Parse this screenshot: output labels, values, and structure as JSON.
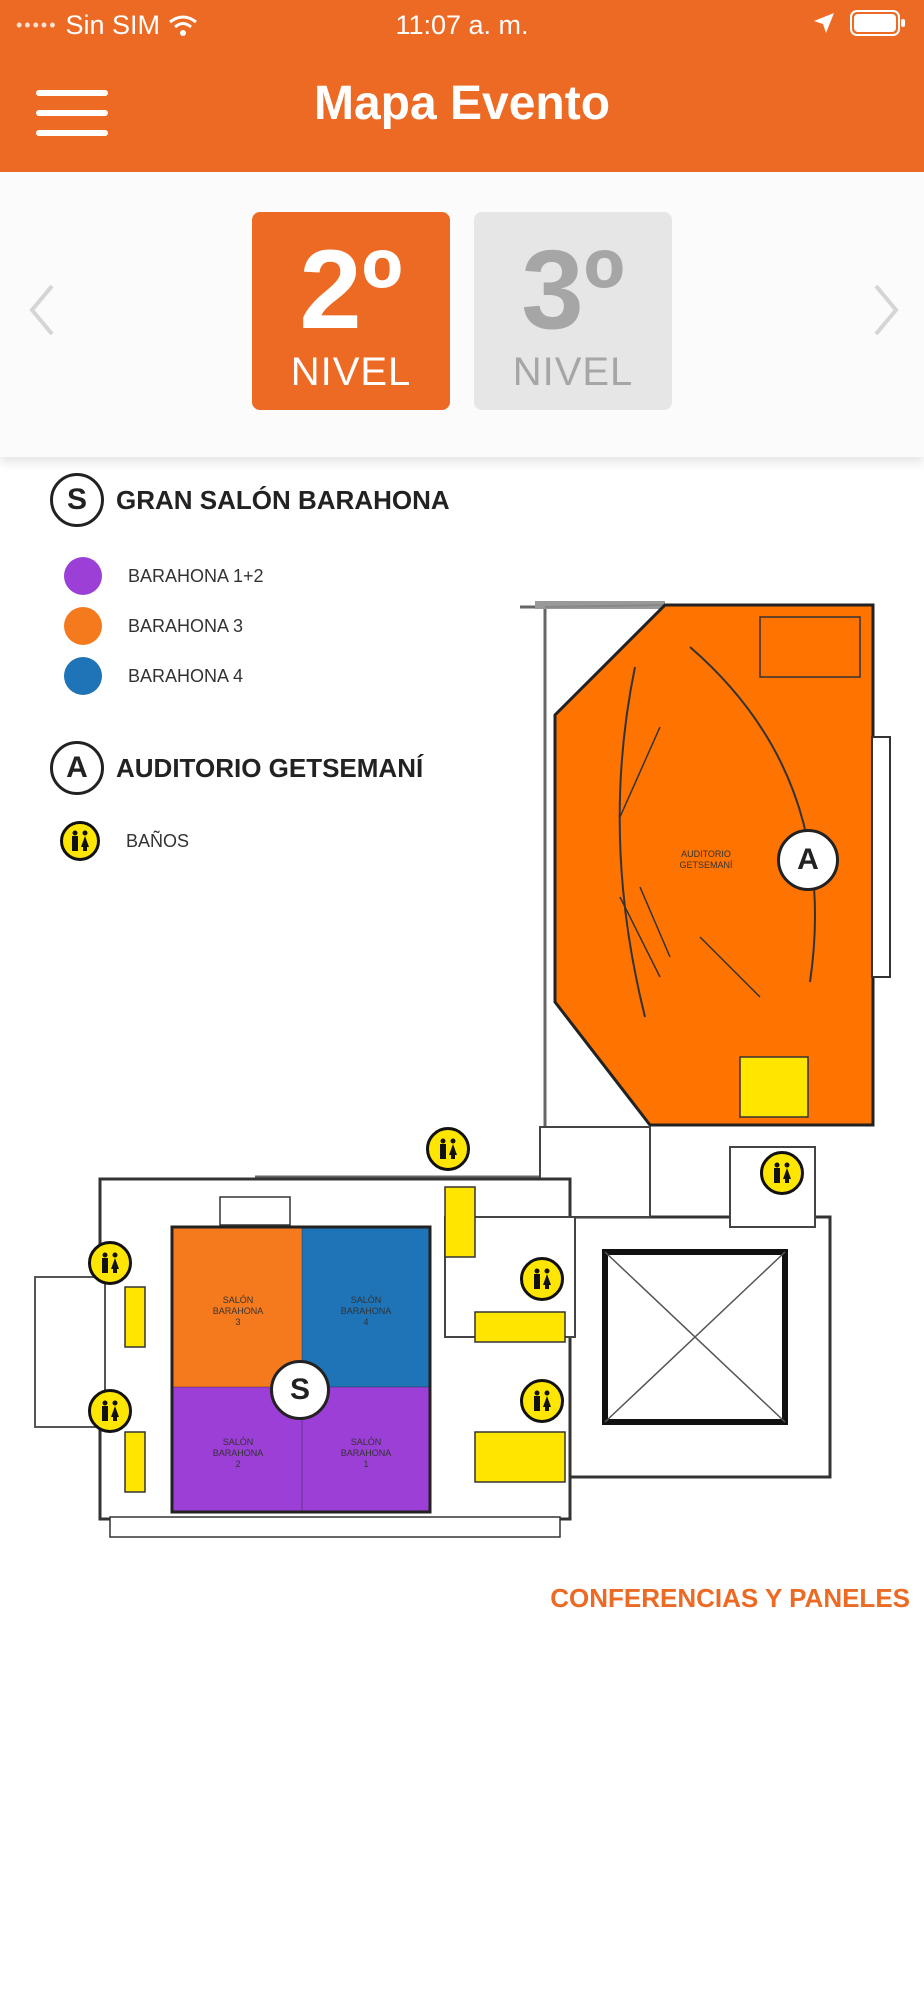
{
  "status_bar": {
    "carrier": "Sin SIM",
    "time": "11:07 a. m."
  },
  "header": {
    "title": "Mapa Evento"
  },
  "levels": [
    {
      "number": "2º",
      "label": "NIVEL",
      "selected": true
    },
    {
      "number": "3º",
      "label": "NIVEL",
      "selected": false
    }
  ],
  "legend": {
    "salon_marker": "S",
    "salon_title": "GRAN SALÓN BARAHONA",
    "items": [
      {
        "label": "BARAHONA 1+2",
        "color": "#9B3FD6"
      },
      {
        "label": "BARAHONA 3",
        "color": "#F57A1E"
      },
      {
        "label": "BARAHONA 4",
        "color": "#1F73B7"
      }
    ],
    "auditorio_marker": "A",
    "auditorio_title": "AUDITORIO GETSEMANÍ",
    "banos_label": "BAÑOS"
  },
  "map": {
    "auditorio_room_label": "AUDITORIO GETSEMANÍ",
    "salon_rooms": [
      "SALÓN BARAHONA 3",
      "SALÓN BARAHONA 4",
      "SALÓN BARAHONA 2",
      "SALÓN BARAHONA 1"
    ],
    "colors": {
      "auditorio": "#FF7300",
      "baños": "#FFE600",
      "walls": "#333333"
    }
  },
  "footer_link": "CONFERENCIAS Y PANELES",
  "colors": {
    "accent": "#EC6A24",
    "inactive_tile": "#E6E6E6"
  }
}
